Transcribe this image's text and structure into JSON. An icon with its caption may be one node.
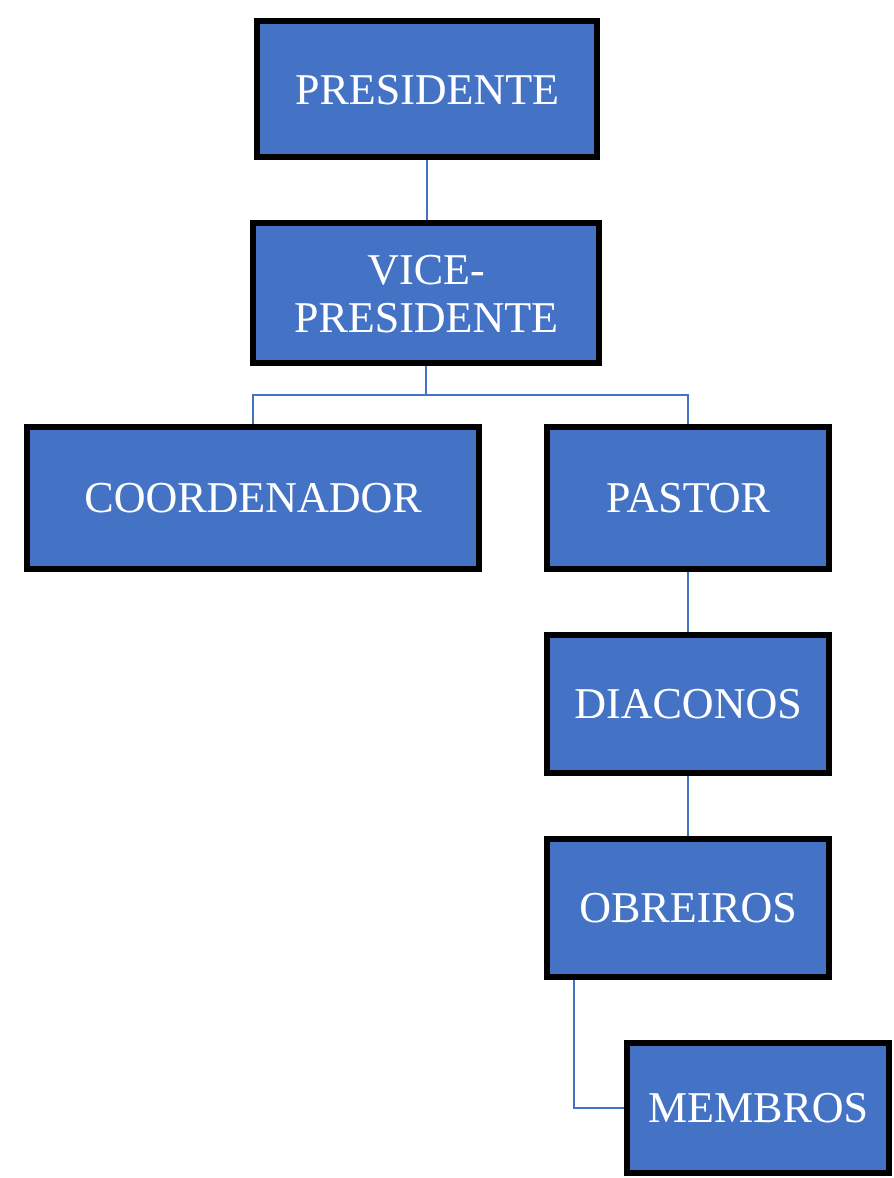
{
  "diagram": {
    "nodes": [
      {
        "text": [
          "PRESIDENTE"
        ]
      },
      {
        "text": [
          "VICE-PRESIDENTE"
        ]
      },
      {
        "text": [
          "COORDENADOR"
        ]
      },
      {
        "text": [
          "PASTOR"
        ]
      },
      {
        "text": [
          "DIACONOS"
        ]
      },
      {
        "text": [
          "OBREIROS"
        ]
      },
      {
        "text": [
          "MEMBROS"
        ]
      }
    ],
    "edges": [
      {
        "from": 0,
        "to": 1,
        "arrow": "none"
      },
      {
        "from": 1,
        "to": 2,
        "arrow": "none"
      },
      {
        "from": 1,
        "to": 3,
        "arrow": "none"
      },
      {
        "from": 3,
        "to": 4,
        "arrow": "none"
      },
      {
        "from": 4,
        "to": 5,
        "arrow": "none"
      },
      {
        "from": 5,
        "to": 6,
        "arrow": "none"
      }
    ]
  }
}
